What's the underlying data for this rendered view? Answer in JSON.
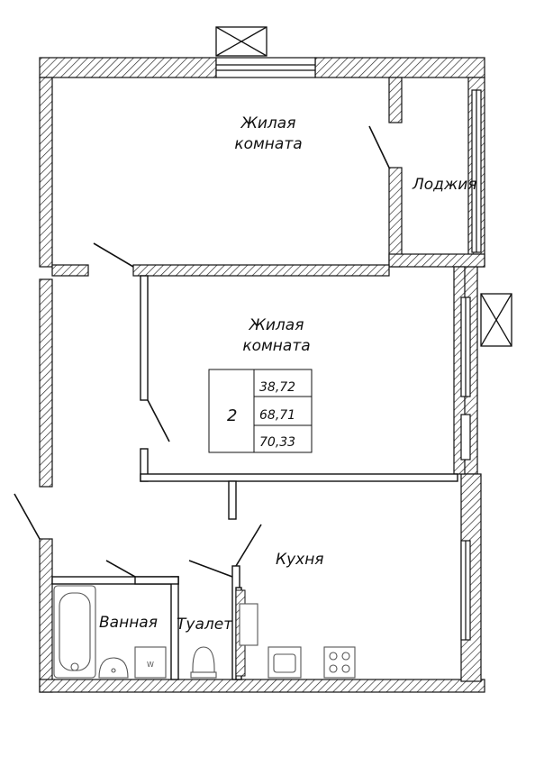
{
  "rooms": {
    "living_room_1": [
      "Жилая",
      "комната"
    ],
    "living_room_2": [
      "Жилая",
      "комната"
    ],
    "loggia": "Лоджия",
    "kitchen": "Кухня",
    "bathroom": "Ванная",
    "toilet": "Туалет"
  },
  "area_table": {
    "rooms_count": "2",
    "living_area": "38,72",
    "total_area": "68,71",
    "total_area_with_loggia": "70,33"
  },
  "fixture_labels": {
    "washer": "W"
  },
  "colors": {
    "wall_stroke": "#111111",
    "hatch": "#222222",
    "fixture": "#555555"
  }
}
